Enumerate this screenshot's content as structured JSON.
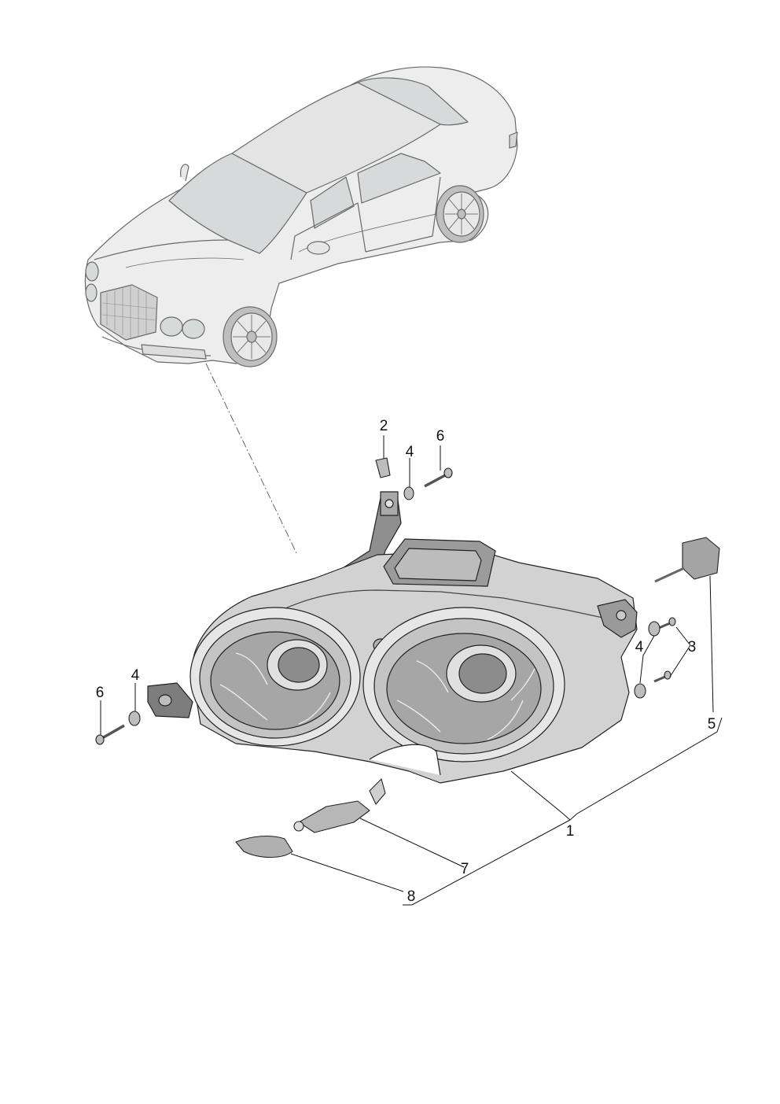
{
  "callouts": {
    "c1": "1",
    "c2": "2",
    "c3": "3",
    "c4a": "4",
    "c4b": "4",
    "c4c": "4",
    "c5": "5",
    "c6a": "6",
    "c6b": "6",
    "c7": "7",
    "c8": "8"
  },
  "colors": {
    "line": "#111111",
    "body_fill": "#ececec",
    "glass_fill": "#cfd3d3",
    "housing_fill": "#d4d4d4",
    "housing_shadow": "#9a9a9a",
    "housing_dark": "#6f6f6f"
  }
}
